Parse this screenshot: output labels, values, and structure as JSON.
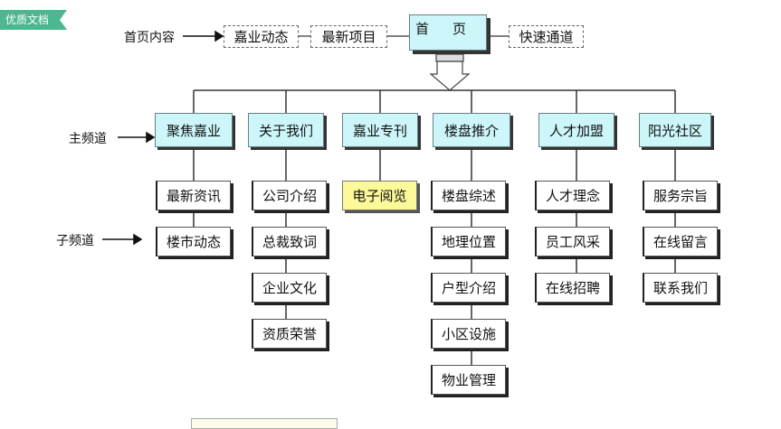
{
  "badge": {
    "label": "优质文档",
    "color": "#4bb891"
  },
  "side_labels": {
    "home_content": "首页内容",
    "main_channel": "主频道",
    "sub_channel": "子频道"
  },
  "top_row": {
    "home": {
      "char1": "首",
      "char2": "页"
    },
    "left_items": [
      "嘉业动态",
      "最新项目"
    ],
    "right_items": [
      "快速通道"
    ]
  },
  "channels": [
    {
      "label": "聚焦嘉业",
      "children": [
        "最新资讯",
        "楼市动态"
      ]
    },
    {
      "label": "关于我们",
      "children": [
        "公司介绍",
        "总裁致词",
        "企业文化",
        "资质荣誉"
      ]
    },
    {
      "label": "嘉业专刊",
      "children": [
        "电子阅览"
      ],
      "highlight": true
    },
    {
      "label": "楼盘推介",
      "children": [
        "楼盘综述",
        "地理位置",
        "户型介绍",
        "小区设施",
        "物业管理"
      ]
    },
    {
      "label": "人才加盟",
      "children": [
        "人才理念",
        "员工风采",
        "在线招聘"
      ]
    },
    {
      "label": "阳光社区",
      "children": [
        "服务宗旨",
        "在线留言",
        "联系我们"
      ]
    }
  ],
  "colors": {
    "main_box": "#ccf6fa",
    "highlight_box": "#fcf99a",
    "line": "#333333"
  }
}
